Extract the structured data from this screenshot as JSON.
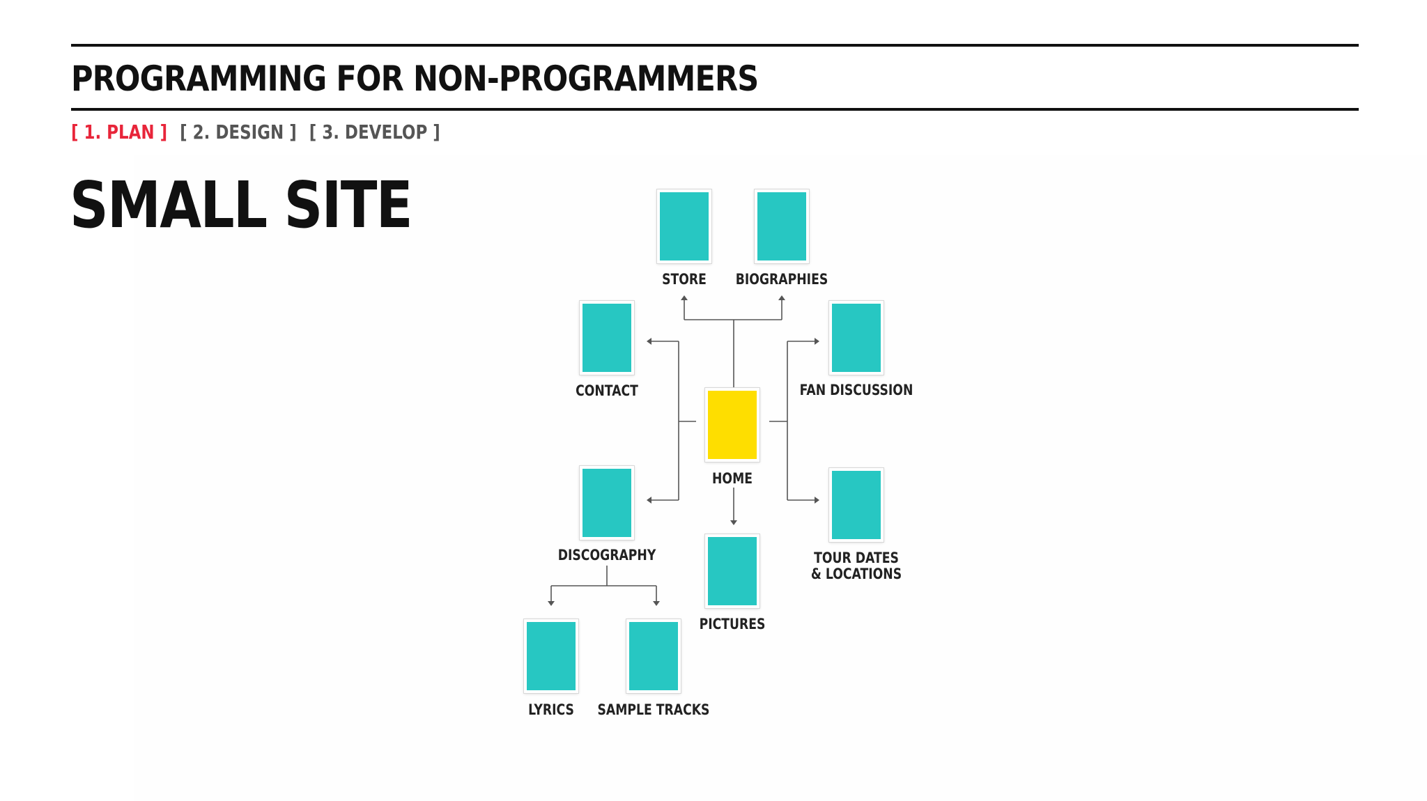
{
  "header": {
    "course_title": "PROGRAMMING FOR NON-PROGRAMMERS",
    "steps": [
      {
        "label": "[ 1. PLAN ]",
        "active": true
      },
      {
        "label": "[ 2. DESIGN ]",
        "active": false
      },
      {
        "label": "[ 3. DEVELOP ]",
        "active": false
      }
    ]
  },
  "slide": {
    "heading": "SMALL SITE"
  },
  "colors": {
    "page": "#27c7c2",
    "home": "#fede00",
    "active_step": "#e8253a"
  },
  "diagram": {
    "nodes": [
      {
        "id": "store",
        "label": "STORE",
        "color": "page"
      },
      {
        "id": "biographies",
        "label": "BIOGRAPHIES",
        "color": "page"
      },
      {
        "id": "contact",
        "label": "CONTACT",
        "color": "page"
      },
      {
        "id": "fan_discussion",
        "label": "FAN DISCUSSION",
        "color": "page"
      },
      {
        "id": "home",
        "label": "HOME",
        "color": "home"
      },
      {
        "id": "discography",
        "label": "DISCOGRAPHY",
        "color": "page"
      },
      {
        "id": "tour_dates",
        "label": "TOUR DATES\n& LOCATIONS",
        "color": "page"
      },
      {
        "id": "pictures",
        "label": "PICTURES",
        "color": "page"
      },
      {
        "id": "lyrics",
        "label": "LYRICS",
        "color": "page"
      },
      {
        "id": "sample_tracks",
        "label": "SAMPLE TRACKS",
        "color": "page"
      }
    ],
    "edges": [
      {
        "from": "home",
        "to": "store"
      },
      {
        "from": "home",
        "to": "biographies"
      },
      {
        "from": "home",
        "to": "contact"
      },
      {
        "from": "home",
        "to": "discography"
      },
      {
        "from": "home",
        "to": "fan_discussion"
      },
      {
        "from": "home",
        "to": "tour_dates"
      },
      {
        "from": "home",
        "to": "pictures"
      },
      {
        "from": "discography",
        "to": "lyrics"
      },
      {
        "from": "discography",
        "to": "sample_tracks"
      }
    ]
  }
}
